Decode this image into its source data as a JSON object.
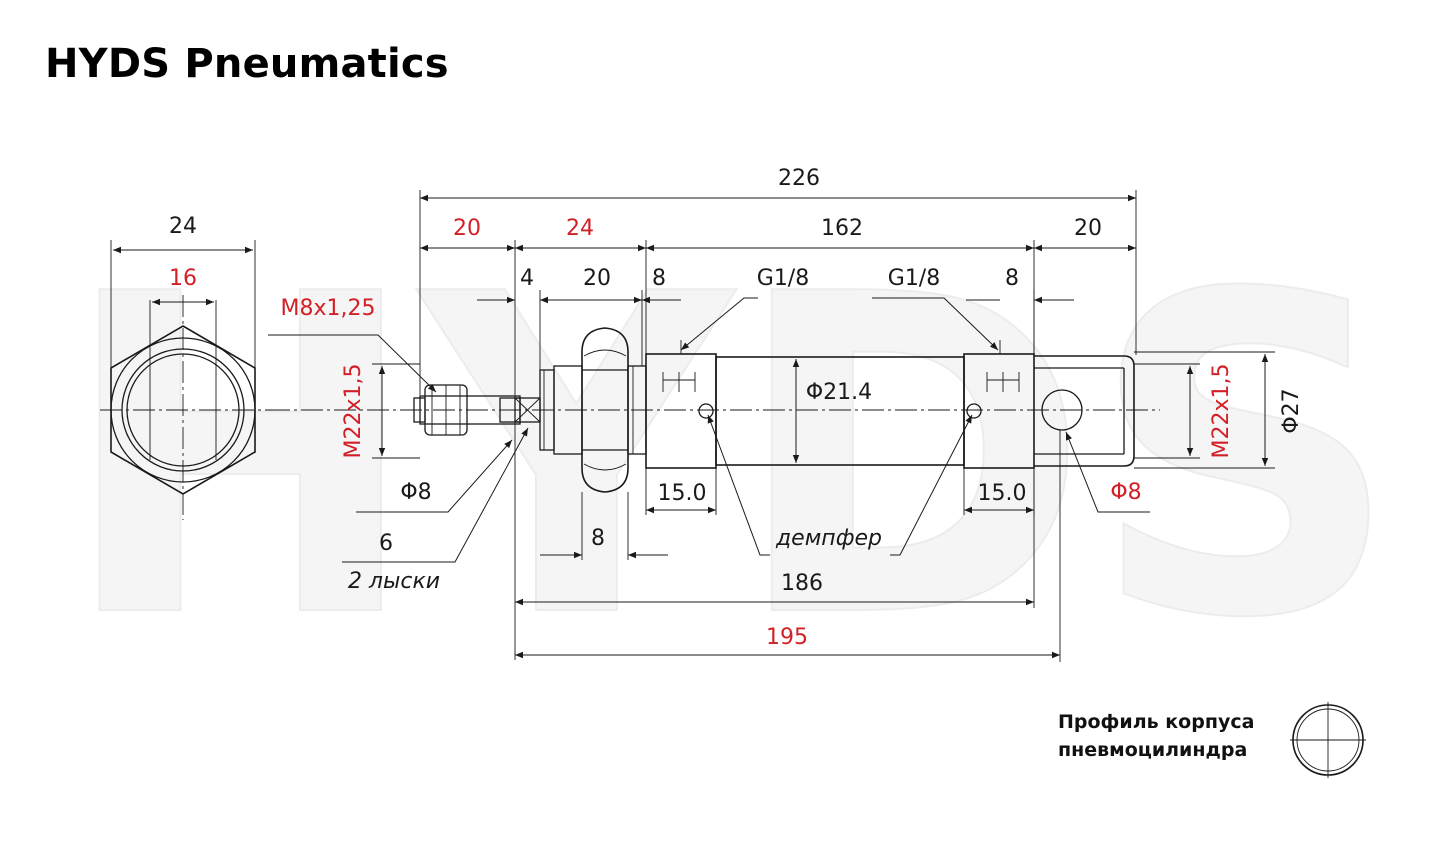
{
  "brand": "HYDS Pneumatics",
  "watermark": "HYDS",
  "colors": {
    "accent_red": "#d32027",
    "line": "#1a1a1a"
  },
  "dims": {
    "overall_length": "226",
    "rod_end_length": "20",
    "nose_length": "24",
    "barrel_length": "162",
    "rear_end_length": "20",
    "hex_across_corners": "24",
    "hex_across_flats": "16",
    "rod_thread": "M8x1,25",
    "collar_4": "4",
    "nut_20": "20",
    "front_8": "8",
    "rear_8": "8",
    "port_front": "G1/8",
    "port_rear": "G1/8",
    "mount_thread_front": "M22x1,5",
    "mount_thread_rear": "M22x1,5",
    "barrel_diameter": "Φ21.4",
    "body_diameter": "Φ27",
    "rod_diameter": "Φ8",
    "pin_diameter": "Φ8",
    "flats_6": "6",
    "flats_note": "2 лыски",
    "nut_width_8": "8",
    "cushion_front": "15.0",
    "cushion_rear": "15.0",
    "cushion_note": "демпфер",
    "length_186": "186",
    "length_195": "195"
  },
  "caption": {
    "line1": "Профиль корпуса",
    "line2": "пневмоцилиндра"
  }
}
